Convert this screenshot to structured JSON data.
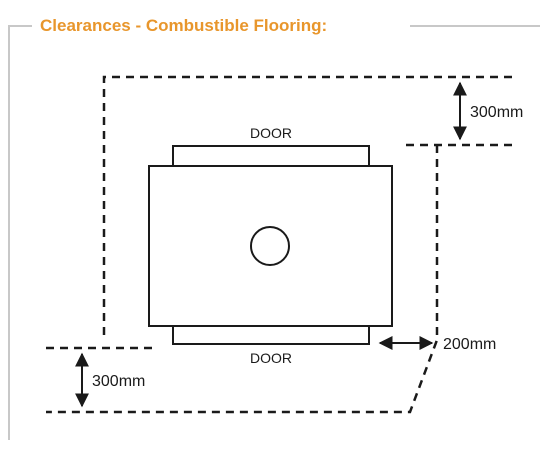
{
  "panel": {
    "title": "Clearances - Combustible Flooring:",
    "accent_color": "#e8962c",
    "frame_color": "#c8c8c8"
  },
  "diagram": {
    "line_color": "#1a1a1a",
    "door_top_label": "DOOR",
    "door_bottom_label": "DOOR",
    "clearance_top_label": "300mm",
    "clearance_side_label": "200mm",
    "clearance_bottom_label": "300mm"
  }
}
